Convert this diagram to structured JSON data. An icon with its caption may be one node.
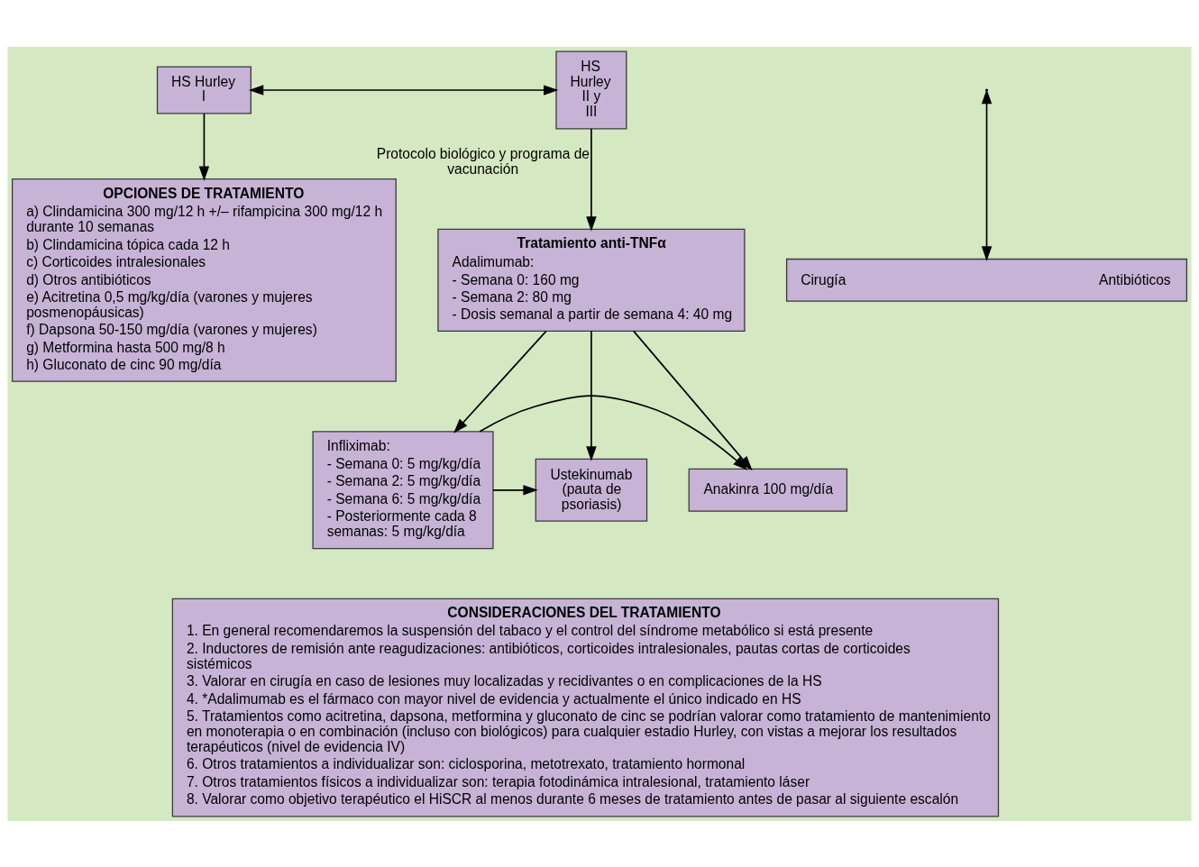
{
  "diagram": {
    "nodes": [
      {
        "text": [
          "HS Hurley I"
        ]
      },
      {
        "text": [
          "HS Hurley II y III"
        ]
      },
      {
        "text": [
          "Cirugía",
          "Antibióticos"
        ]
      },
      {
        "text": [
          "Tratamiento anti-TNFα",
          "Adalimumab:",
          "- Semana 0: 160 mg",
          "- Semana 2: 80 mg",
          "- Dosis semanal a partir de semana 4: 40 mg"
        ]
      },
      {
        "text": [
          "OPCIONES DE TRATAMIENTO",
          "a) Clindamicina 300 mg/12 h +/– rifampicina 300 mg/12 h durante 10 semanas",
          "b) Clindamicina tópica cada 12 h",
          "c) Corticoides intralesionales",
          "d) Otros antibióticos",
          "e) Acitretina 0,5 mg/kg/día (varones y mujeres posmenopáusicas)",
          "f) Dapsona 50-150 mg/día (varones y mujeres)",
          "g) Metformina hasta 500 mg/8 h",
          "h) Gluconato de cinc 90 mg/día"
        ]
      },
      {
        "text": [
          "Anakinra 100 mg/día"
        ]
      },
      {
        "text": [
          "Infliximab:",
          "- Semana 0: 5 mg/kg/día",
          "- Semana 2: 5 mg/kg/día",
          "- Semana 6: 5 mg/kg/día",
          "- Posteriormente cada 8 semanas: 5 mg/kg/día"
        ]
      },
      {
        "text": [
          "Ustekinumab (pauta de psoriasis)"
        ]
      },
      {
        "text": [
          "CONSIDERACIONES DEL TRATAMIENTO",
          "1. En general recomendaremos la suspensión del tabaco y el control del síndrome metabólico si está presente",
          "2. Inductores de remisión ante reagudizaciones: antibióticos, corticoides intralesionales, pautas cortas de corticoides sistémicos",
          "3. Valorar en cirugía en caso de lesiones muy localizadas y recidivantes o en complicaciones de la HS",
          "4. *Adalimumab es el fármaco con mayor nivel de evidencia y actualmente el único indicado en HS",
          "5. Tratamientos como acitretina, dapsona, metformina y gluconato de cinc se podrían valorar como tratamiento de mantenimiento en monoterapia o en combinación (incluso con biológicos) para cualquier estadio Hurley, con vistas a mejorar los resultados terapéuticos (nivel de evidencia IV)",
          "6. Otros tratamientos a individualizar son: ciclosporina, metotrexato, tratamiento hormonal",
          "7. Otros tratamientos físicos a individualizar son: terapia fotodinámica intralesional, tratamiento láser",
          "8. Valorar como objetivo terapéutico el HiSCR al menos durante 6 meses de tratamiento antes de pasar al siguiente escalón"
        ]
      }
    ],
    "edges": [
      {
        "from": 0,
        "to": 4,
        "arrow": "to"
      },
      {
        "from": 1,
        "to": 3,
        "arrow": "to",
        "label": "Protocolo biológico y programa de vacunación"
      },
      {
        "from": 0,
        "to": 1,
        "arrow": "both"
      },
      {
        "from": null,
        "to": 2,
        "arrow": "both"
      },
      {
        "from": 3,
        "to": 5,
        "arrow": "to"
      },
      {
        "from": 3,
        "to": 6,
        "arrow": "to"
      },
      {
        "from": 3,
        "to": 7,
        "arrow": "to"
      },
      {
        "from": 6,
        "to": 5,
        "arrow": "to"
      },
      {
        "from": 6,
        "to": 7,
        "arrow": "to"
      }
    ]
  }
}
